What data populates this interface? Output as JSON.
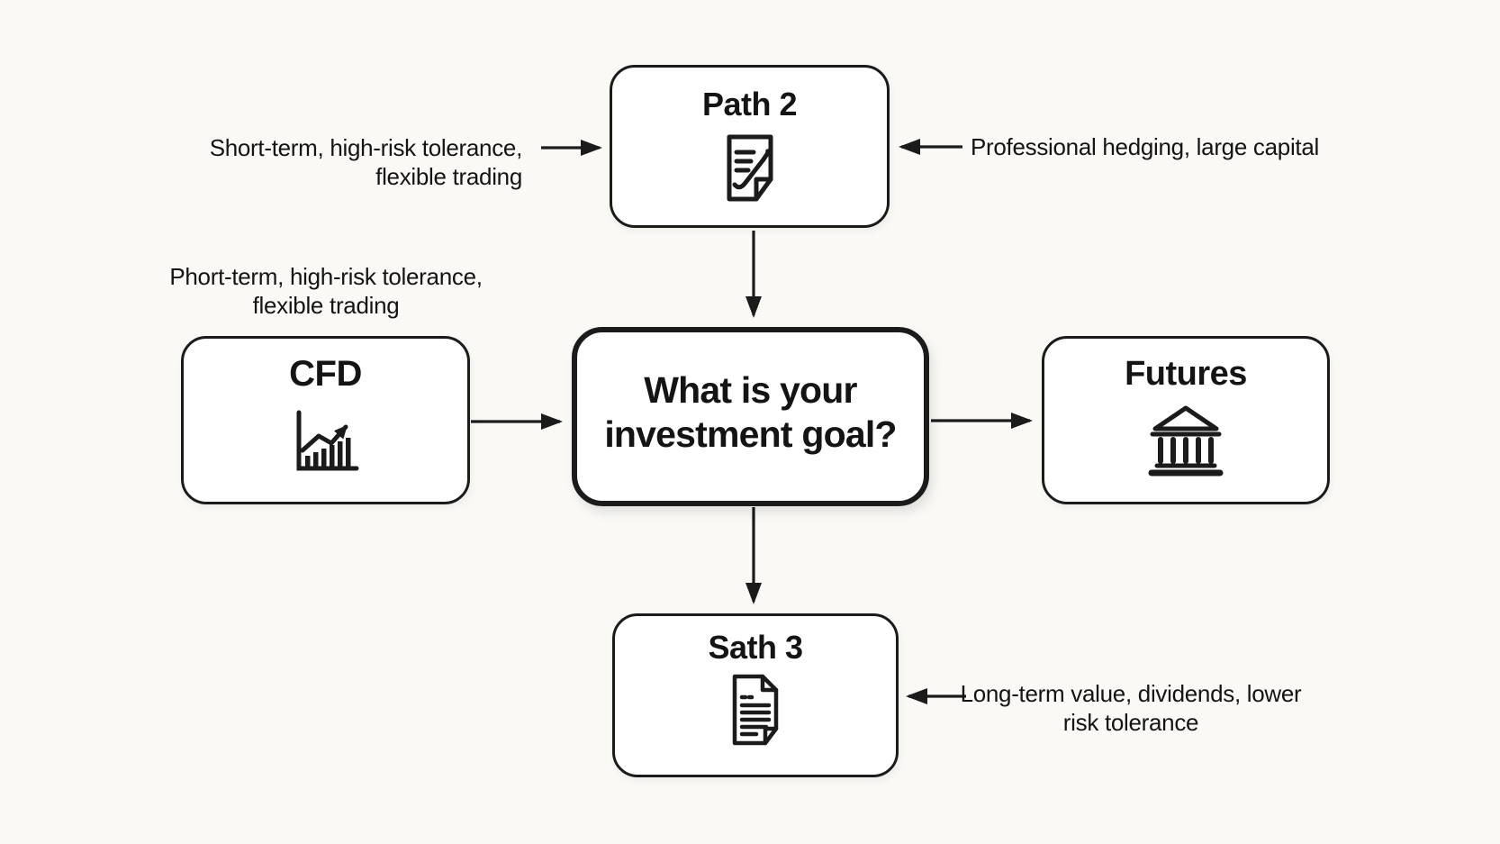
{
  "colors": {
    "background": "#faf9f6",
    "node_fill": "#ffffff",
    "ink": "#1b1b1b"
  },
  "nodes": {
    "path2": {
      "label": "Path 2",
      "icon": "document-signature-icon"
    },
    "center": {
      "label": "What is your investment goal?"
    },
    "cfd": {
      "label": "CFD",
      "icon": "bar-chart-growth-icon"
    },
    "futures": {
      "label": "Futures",
      "icon": "bank-icon"
    },
    "sath3": {
      "label": "Sath 3",
      "icon": "document-text-icon"
    }
  },
  "annotations": {
    "top_left": {
      "line1": "Short-term, high-risk tolerance,",
      "line2": "flexible trading"
    },
    "top_right": {
      "text": "Professional hedging, large capital"
    },
    "mid_left": {
      "line1": "Phort-term, high-risk tolerance,",
      "line2": "flexible trading"
    },
    "bottom_right": {
      "line1": "Long-term value, dividends, lower",
      "line2": "risk tolerance"
    }
  }
}
